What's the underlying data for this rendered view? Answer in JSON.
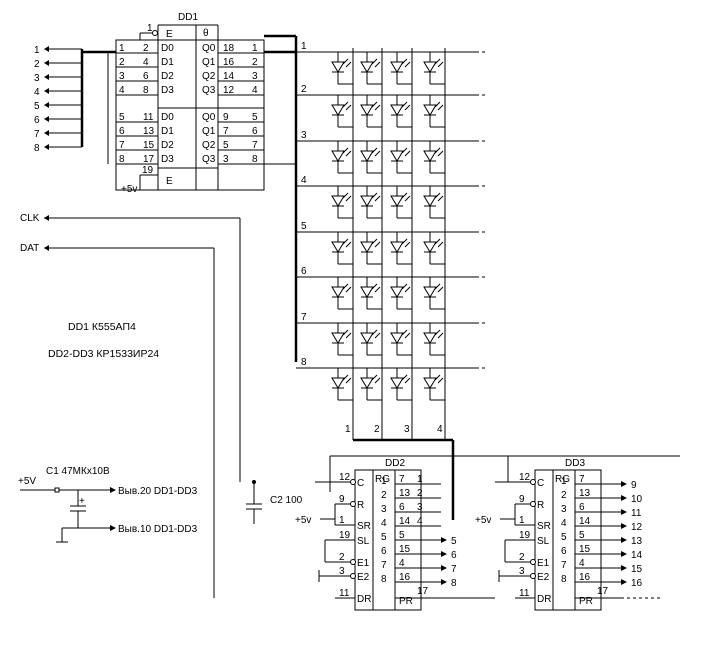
{
  "dd1": {
    "name": "DD1",
    "e_label": "E",
    "theta": "θ",
    "pin_e_top": "1",
    "pin_e_bottom": "19",
    "supply_label": "+5v",
    "inputs_a": [
      {
        "ext": "1",
        "pin": "2",
        "d": "D0"
      },
      {
        "ext": "2",
        "pin": "4",
        "d": "D1"
      },
      {
        "ext": "3",
        "pin": "6",
        "d": "D2"
      },
      {
        "ext": "4",
        "pin": "8",
        "d": "D3"
      }
    ],
    "inputs_b": [
      {
        "ext": "5",
        "pin": "11",
        "d": "D0"
      },
      {
        "ext": "6",
        "pin": "13",
        "d": "D1"
      },
      {
        "ext": "7",
        "pin": "15",
        "d": "D2"
      },
      {
        "ext": "8",
        "pin": "17",
        "d": "D3"
      }
    ],
    "outputs_a": [
      {
        "q": "Q0",
        "pin": "18",
        "ext": "1"
      },
      {
        "q": "Q1",
        "pin": "16",
        "ext": "2"
      },
      {
        "q": "Q2",
        "pin": "14",
        "ext": "3"
      },
      {
        "q": "Q3",
        "pin": "12",
        "ext": "4"
      }
    ],
    "outputs_b": [
      {
        "q": "Q0",
        "pin": "9",
        "ext": "5"
      },
      {
        "q": "Q1",
        "pin": "7",
        "ext": "6"
      },
      {
        "q": "Q2",
        "pin": "5",
        "ext": "7"
      },
      {
        "q": "Q3",
        "pin": "3",
        "ext": "8"
      }
    ]
  },
  "input_lines": [
    "1",
    "2",
    "3",
    "4",
    "5",
    "6",
    "7",
    "8"
  ],
  "rows": [
    "1",
    "2",
    "3",
    "4",
    "5",
    "6",
    "7",
    "8"
  ],
  "columns": [
    "1",
    "2",
    "3",
    "4"
  ],
  "signals": {
    "clk": "CLK",
    "dat": "DAT"
  },
  "notes": {
    "dd1": "DD1 К555АП4",
    "dd23": "DD2-DD3  КР1533ИР24"
  },
  "power": {
    "plus5": "+5V",
    "cap1": "С1 47МКх10В",
    "plus_mark": "+",
    "pin20": "Выв.20 DD1-DD3",
    "pin10": "Выв.10 DD1-DD3"
  },
  "c2": "C2 100",
  "dd2": {
    "name": "DD2",
    "supply": "+5v",
    "rg": "RG",
    "left": [
      {
        "pin": "12",
        "label": "C"
      },
      {
        "pin": "9",
        "label": "R"
      },
      {
        "pin": "1",
        "label": "SR"
      },
      {
        "pin": "19",
        "label": "SL"
      },
      {
        "pin": "2",
        "label": "E1"
      },
      {
        "pin": "3",
        "label": "E2"
      },
      {
        "pin": "11",
        "label": "DR"
      }
    ],
    "idx": [
      "1",
      "2",
      "3",
      "4",
      "5",
      "6",
      "7",
      "8"
    ],
    "pins": [
      "7",
      "13",
      "6",
      "14",
      "5",
      "15",
      "4",
      "16"
    ],
    "outs": [
      "1",
      "2",
      "3",
      "4",
      "5",
      "6",
      "7",
      "8"
    ],
    "pr_label": "PR",
    "pr_pin": "17"
  },
  "dd3": {
    "name": "DD3",
    "supply": "+5v",
    "rg": "RG",
    "left": [
      {
        "pin": "12",
        "label": "C"
      },
      {
        "pin": "9",
        "label": "R"
      },
      {
        "pin": "1",
        "label": "SR"
      },
      {
        "pin": "19",
        "label": "SL"
      },
      {
        "pin": "2",
        "label": "E1"
      },
      {
        "pin": "3",
        "label": "E2"
      },
      {
        "pin": "11",
        "label": "DR"
      }
    ],
    "idx": [
      "1",
      "2",
      "3",
      "4",
      "5",
      "6",
      "7",
      "8"
    ],
    "pins": [
      "7",
      "13",
      "6",
      "14",
      "5",
      "15",
      "4",
      "16"
    ],
    "outs": [
      "9",
      "10",
      "11",
      "12",
      "13",
      "14",
      "15",
      "16"
    ],
    "pr_label": "PR",
    "pr_pin": "17"
  }
}
